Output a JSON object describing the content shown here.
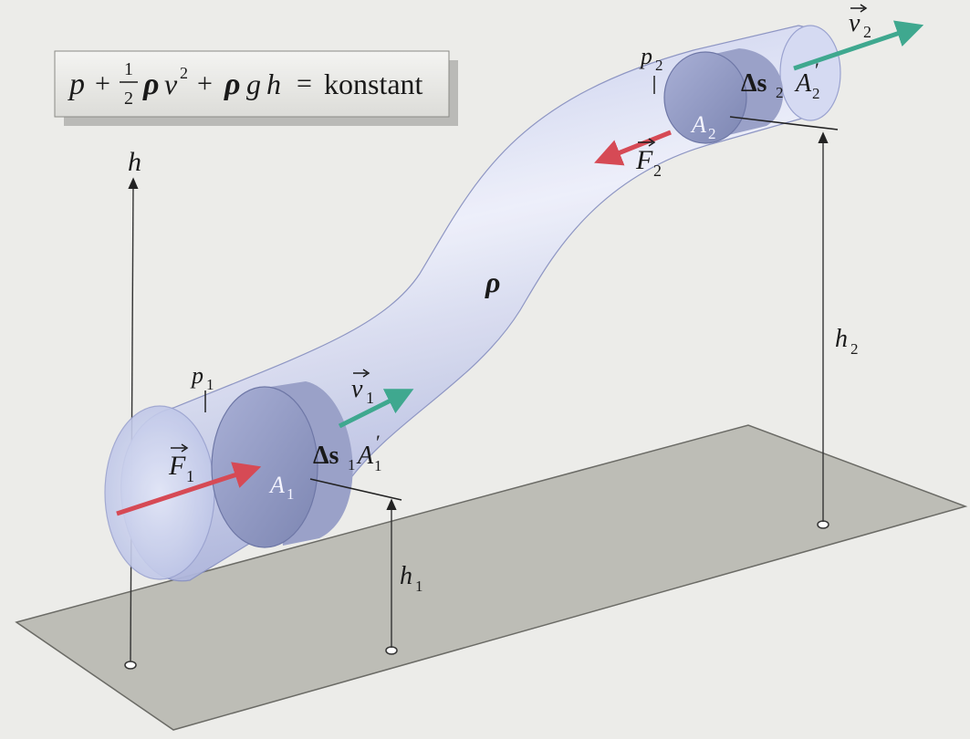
{
  "equation": {
    "p": "p",
    "plus1": "+",
    "half_num": "1",
    "half_den": "2",
    "rho1": "ρ",
    "v": "v",
    "sq": "2",
    "plus2": "+",
    "rho2": "ρ",
    "g": "g",
    "h": "h",
    "eq": "=",
    "rhs": "konstant"
  },
  "labels": {
    "h": "h",
    "rho": "ρ",
    "p1": "p",
    "p1_sub": "1",
    "p2": "p",
    "p2_sub": "2",
    "v1": "v",
    "v1_sub": "1",
    "v2": "v",
    "v2_sub": "2",
    "F1": "F",
    "F1_sub": "1",
    "F2": "F",
    "F2_sub": "2",
    "A1": "A",
    "A1_sub": "1",
    "A1p": "A",
    "A1p_sub": "1",
    "A1p_prime": "′",
    "A2": "A",
    "A2_sub": "2",
    "A2p": "A",
    "A2p_sub": "2",
    "A2p_prime": "′",
    "ds1": "Δs",
    "ds1_sub": "1",
    "ds2": "Δs",
    "ds2_sub": "2",
    "h1": "h",
    "h1_sub": "1",
    "h2": "h",
    "h2_sub": "2"
  },
  "colors": {
    "tube": "#c9d0ef",
    "disc": "#8f97bf",
    "force_arrow": "#d64a55",
    "velocity_arrow": "#3fa88f",
    "plane": "#bdbdb6"
  }
}
